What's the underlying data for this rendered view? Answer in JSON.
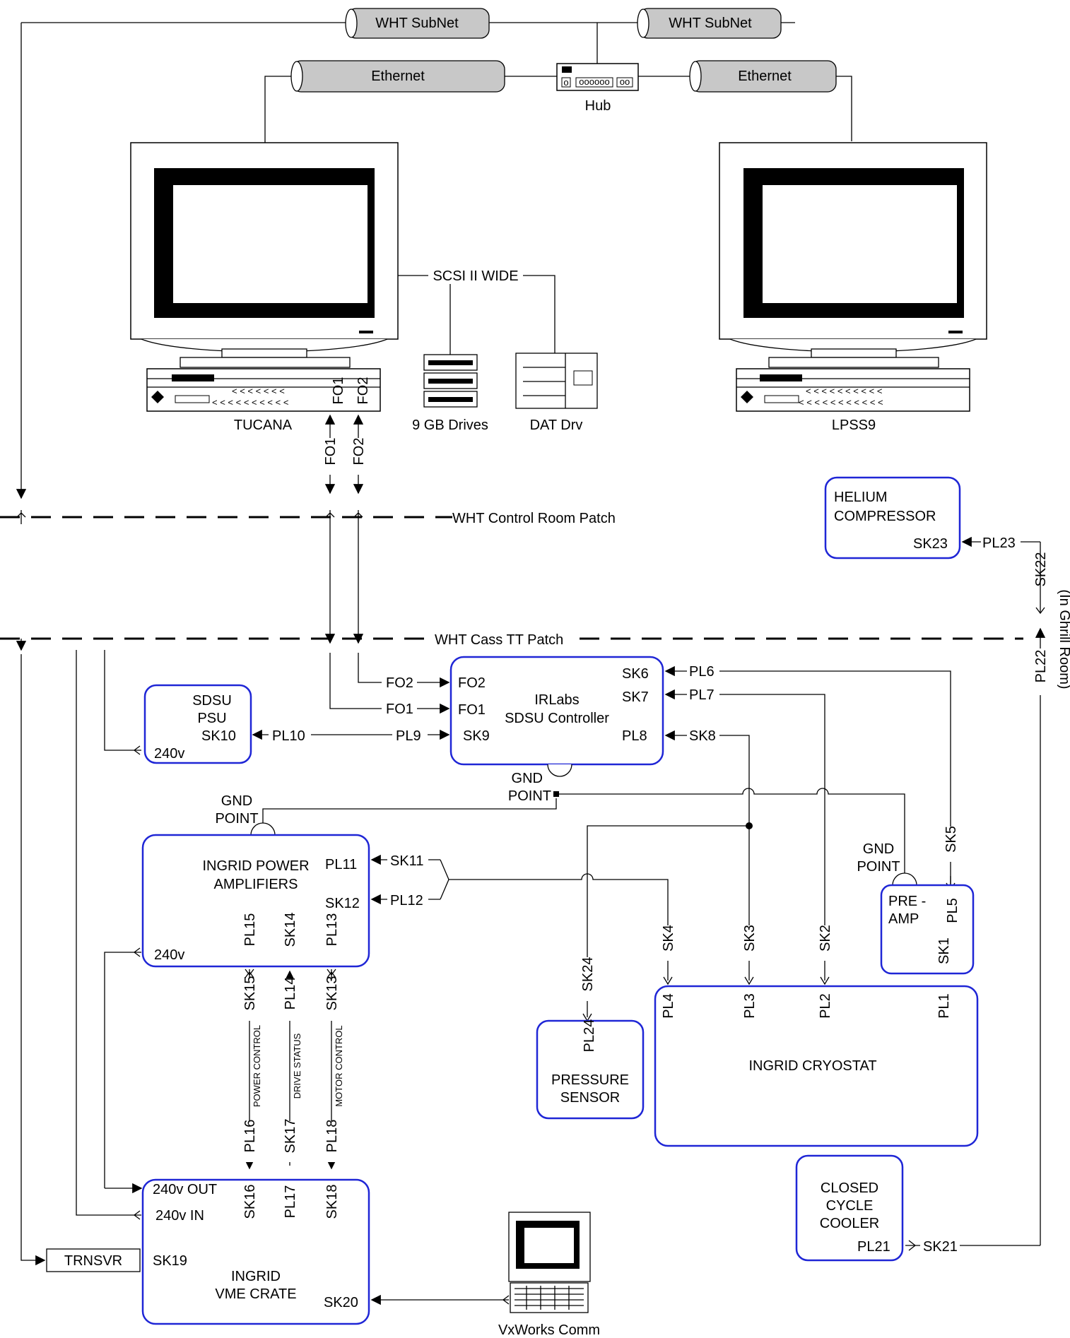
{
  "network": {
    "subnet_left": "WHT SubNet",
    "subnet_right": "WHT SubNet",
    "ethernet_left": "Ethernet",
    "ethernet_right": "Ethernet",
    "hub": "Hub",
    "hub_ports": "oooooo",
    "hub_port_a": "o",
    "hub_port_b": "oo"
  },
  "computers": {
    "left": "TUCANA",
    "right": "LPSS9",
    "fo1": "FO1",
    "fo2": "FO2",
    "scsi": "SCSI II WIDE",
    "drives": "9 GB Drives",
    "dat": "DAT Drv",
    "vxworks": "VxWorks Comm"
  },
  "patches": {
    "control_room": "WHT Control Room Patch",
    "cass": "WHT Cass TT Patch"
  },
  "sdsu_psu": {
    "line1": "SDSU",
    "line2": "PSU",
    "sk10": "SK10",
    "v240": "240v"
  },
  "sdsu_ctrl": {
    "line1": "IRLabs",
    "line2": "SDSU Controller",
    "fo2": "FO2",
    "fo1": "FO1",
    "sk9": "SK9",
    "sk6": "SK6",
    "sk7": "SK7",
    "pl8": "PL8"
  },
  "power_amp": {
    "line1": "INGRID POWER",
    "line2": "AMPLIFIERS",
    "pl11": "PL11",
    "sk12": "SK12",
    "v240": "240v",
    "pl15": "PL15",
    "sk14": "SK14",
    "pl13": "PL13"
  },
  "vme": {
    "out": "240v OUT",
    "in": "240v IN",
    "sk19": "SK19",
    "line1": "INGRID",
    "line2": "VME CRATE",
    "sk20": "SK20",
    "sk16": "SK16",
    "pl17": "PL17",
    "sk18": "SK18"
  },
  "trnsvr": "TRNSVR",
  "helium": {
    "line1": "HELIUM",
    "line2": "COMPRESSOR",
    "sk23": "SK23"
  },
  "preamp": {
    "line1": "PRE -",
    "line2": "AMP",
    "pl5": "PL5",
    "sk1": "SK1"
  },
  "pressure": {
    "pl24": "PL24",
    "line1": "PRESSURE",
    "line2": "SENSOR"
  },
  "cryostat": {
    "title": "INGRID CRYOSTAT",
    "pl4": "PL4",
    "pl3": "PL3",
    "pl2": "PL2",
    "pl1": "PL1"
  },
  "cooler": {
    "line1": "CLOSED",
    "line2": "CYCLE",
    "line3": "COOLER",
    "pl21": "PL21"
  },
  "gnd": {
    "line1": "GND",
    "line2": "POINT"
  },
  "cables": {
    "fo1": "FO1",
    "fo2": "FO2",
    "pl10": "PL10",
    "pl9": "PL9",
    "pl6": "PL6",
    "pl7": "PL7",
    "sk8": "SK8",
    "sk11": "SK11",
    "pl12": "PL12",
    "sk4": "SK4",
    "sk3": "SK3",
    "sk2": "SK2",
    "sk5": "SK5",
    "sk24": "SK24",
    "sk15": "SK15",
    "pl14": "PL14",
    "sk13": "SK13",
    "pl16": "PL16",
    "sk17": "SK17",
    "pl18": "PL18",
    "power_control": "POWER CONTROL",
    "drive_status": "DRIVE STATUS",
    "motor_control": "MOTOR CONTROL",
    "pl23": "PL23",
    "sk22": "SK22",
    "pl22": "PL22",
    "ghrill": "(In Ghrill Room)",
    "sk21": "SK21"
  }
}
